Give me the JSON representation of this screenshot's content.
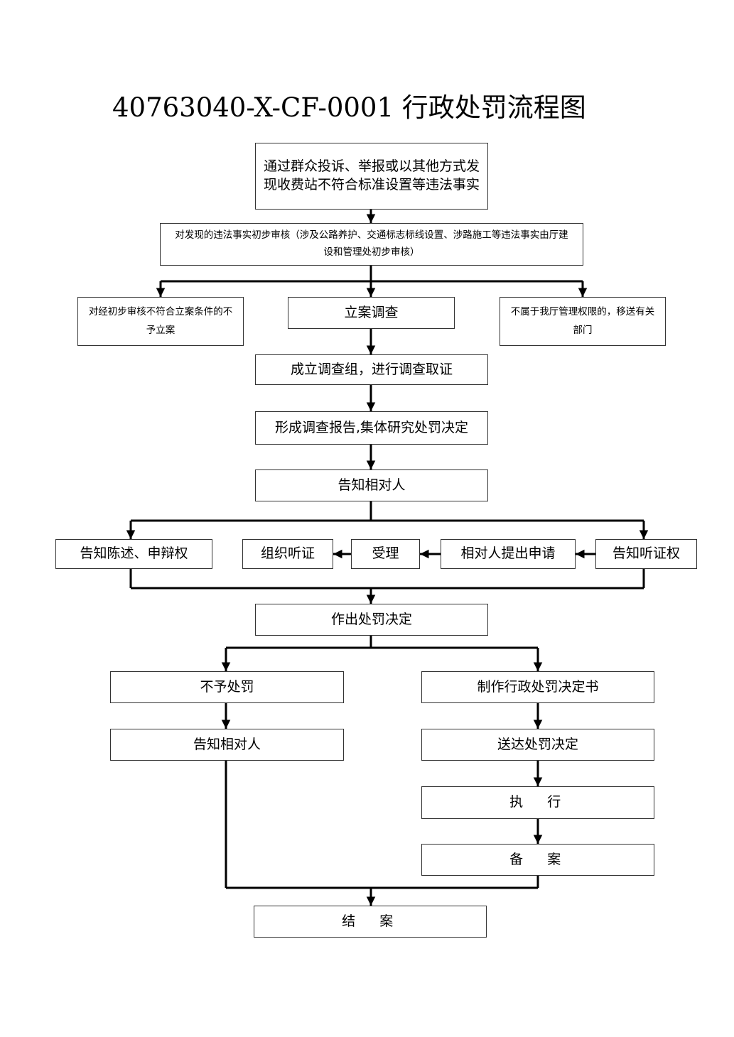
{
  "title": "40763040-X-CF-0001 行政处罚流程图",
  "nodes": {
    "discover": "通过群众投诉、举报或以其他方式发现收费站不符合标准设置等违法事实",
    "preliminary_review": "对发现的违法事实初步审核（涉及公路养护、交通标志标线设置、涉路施工等违法事实由厅建设和管理处初步审核）",
    "not_filed": "对经初步审核不符合立案条件的不予立案",
    "file_case": "立案调查",
    "transfer": "不属于我厅管理权限的，移送有关部门",
    "investigation_team": "成立调查组，进行调查取证",
    "report": "形成调查报告,集体研究处罚决定",
    "notify_party": "告知相对人",
    "right_to_defend": "告知陈述、申辩权",
    "organize_hearing": "组织听证",
    "accept": "受理",
    "party_applies": "相对人提出申请",
    "right_to_hearing": "告知听证权",
    "decision": "作出处罚决定",
    "no_penalty": "不予处罚",
    "notify_party_2": "告知相对人",
    "make_document": "制作行政处罚决定书",
    "deliver": "送达处罚决定",
    "execute": "执　行",
    "record": "备　案",
    "close": "结　案"
  },
  "colors": {
    "line": "#000000",
    "border": "#333333"
  }
}
